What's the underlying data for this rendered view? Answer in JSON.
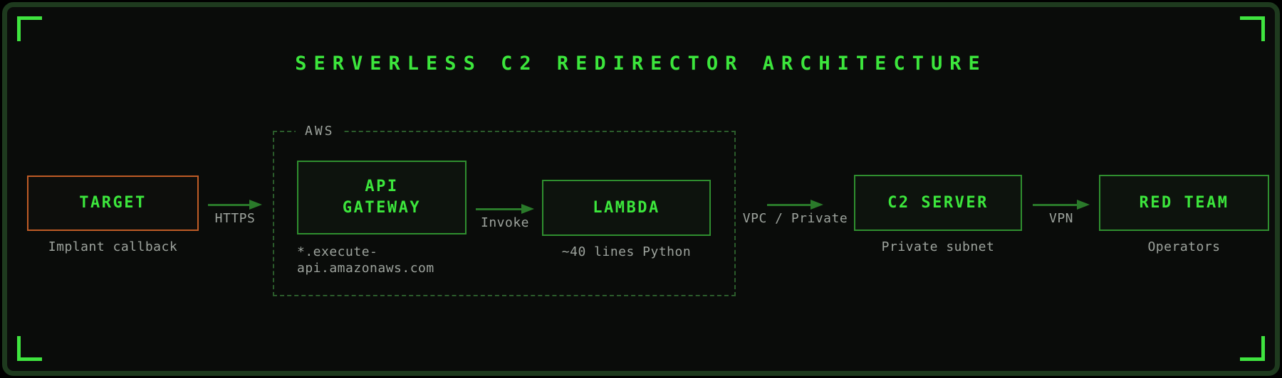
{
  "title": "SERVERLESS C2 REDIRECTOR ARCHITECTURE",
  "diagram": {
    "container": {
      "label": "AWS"
    },
    "nodes": [
      {
        "id": "target",
        "label": "TARGET",
        "sublabel": "Implant callback"
      },
      {
        "id": "api-gateway",
        "label": "API\nGATEWAY",
        "sublabel": "*.execute-\napi.amazonaws.com"
      },
      {
        "id": "lambda",
        "label": "LAMBDA",
        "sublabel": "~40 lines Python"
      },
      {
        "id": "c2-server",
        "label": "C2 SERVER",
        "sublabel": "Private subnet"
      },
      {
        "id": "red-team",
        "label": "RED TEAM",
        "sublabel": "Operators"
      }
    ],
    "edges": [
      {
        "from": "target",
        "to": "api-gateway",
        "label": "HTTPS"
      },
      {
        "from": "api-gateway",
        "to": "lambda",
        "label": "Invoke"
      },
      {
        "from": "lambda",
        "to": "c2-server",
        "label": "VPC / Private"
      },
      {
        "from": "c2-server",
        "to": "red-team",
        "label": "VPN"
      }
    ]
  },
  "colors": {
    "background": "#0a0c0a",
    "frame_border": "#1e3a1e",
    "bracket_green": "#3fe43f",
    "title_green": "#3ce63c",
    "node_border_green": "#2f8f2f",
    "target_border_orange": "#bf5c26",
    "arrow_green": "#2a7a2a",
    "aws_dashed_green": "#2b5c2b",
    "muted_text": "#9da39d"
  }
}
